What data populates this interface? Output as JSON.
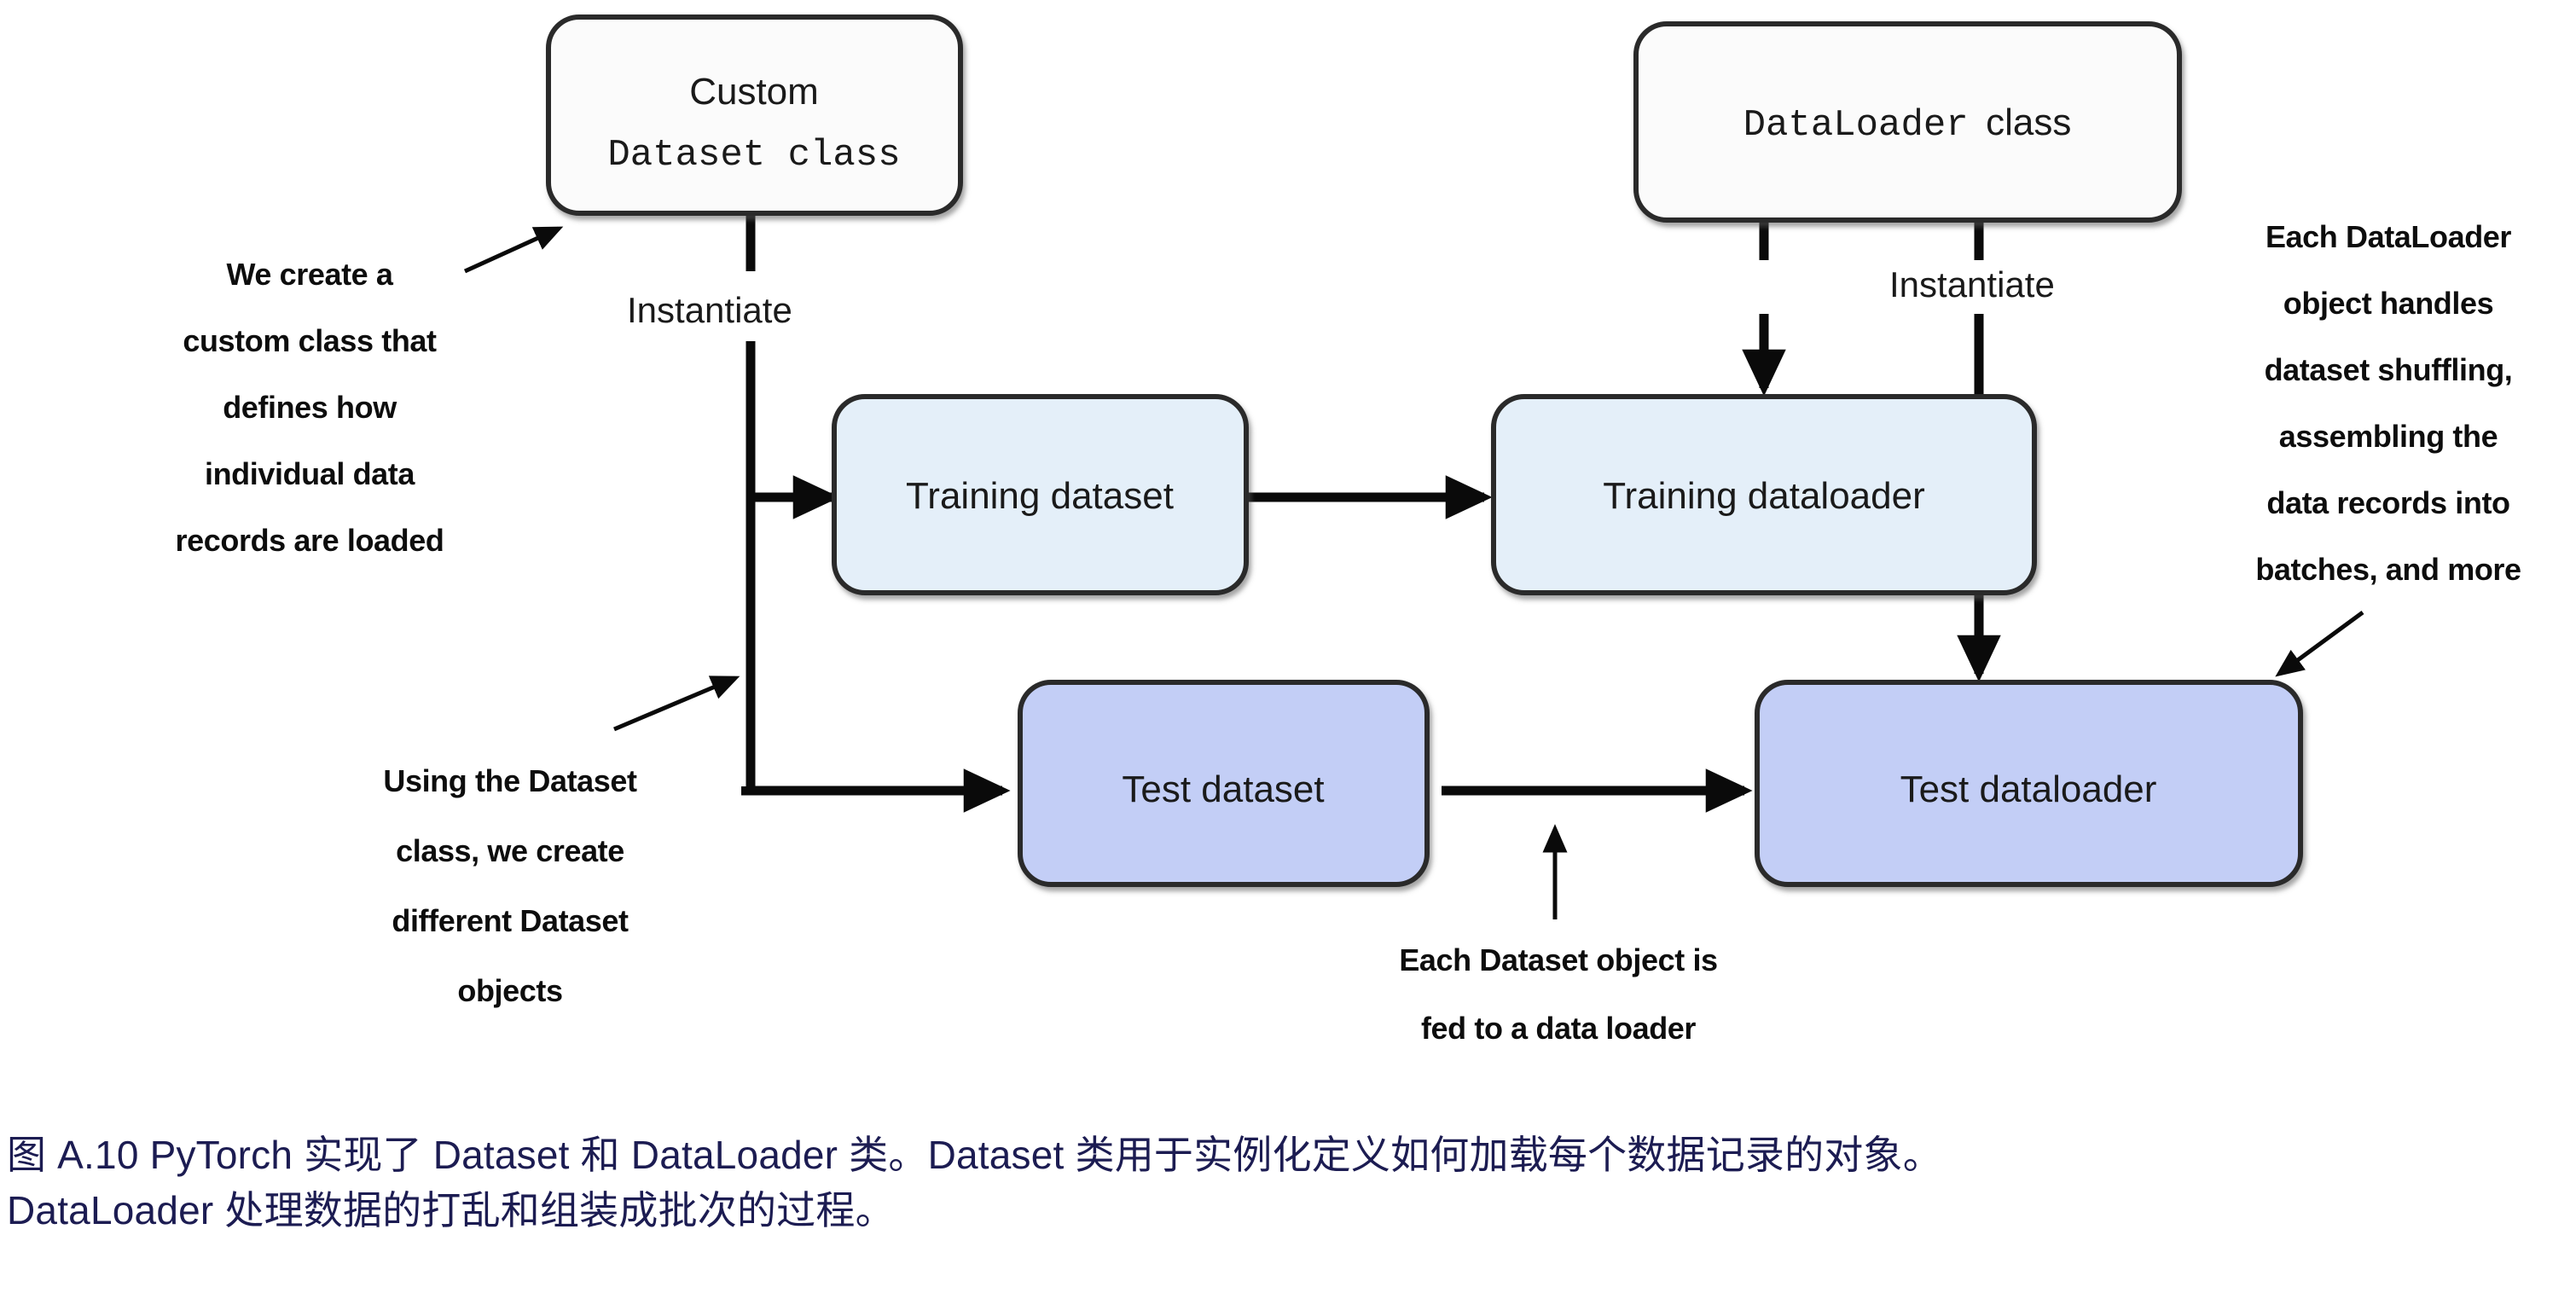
{
  "figure": {
    "domain": "diagram",
    "background_color": "#ffffff",
    "caption": {
      "color": "#1c1c52",
      "line1": "图 A.10 PyTorch 实现了 Dataset 和 DataLoader 类。Dataset 类用于实例化定义如何加载每个数据记录的对象。",
      "line2": "DataLoader 处理数据的打乱和组装成批次的过程。"
    }
  },
  "nodes": {
    "custom_dataset_class": {
      "label_line1": "Custom",
      "label_line2": "Dataset class",
      "fill": "#fbfbfb",
      "stroke": "#2b2b2b"
    },
    "dataloader_class": {
      "label_mono": "DataLoader",
      "label_plain": "class",
      "fill": "#fbfbfb",
      "stroke": "#2b2b2b"
    },
    "training_dataset": {
      "label": "Training dataset",
      "fill": "#e4eff9",
      "stroke": "#2b2b2b"
    },
    "training_dataloader": {
      "label": "Training dataloader",
      "fill": "#e4eff9",
      "stroke": "#2b2b2b"
    },
    "test_dataset": {
      "label": "Test dataset",
      "fill": "#c3cef6",
      "stroke": "#2b2b2b"
    },
    "test_dataloader": {
      "label": "Test dataloader",
      "fill": "#c3cef6",
      "stroke": "#2b2b2b"
    }
  },
  "edge_labels": {
    "instantiate_left": "Instantiate",
    "instantiate_right": "Instantiate"
  },
  "annotations": {
    "create_custom_class": {
      "lines": [
        "We create a",
        "custom class that",
        "defines how",
        "individual data",
        "records are loaded"
      ]
    },
    "using_dataset_class": {
      "lines": [
        "Using the Dataset",
        "class, we create",
        "different Dataset",
        "objects"
      ]
    },
    "each_dataloader_object": {
      "lines": [
        "Each DataLoader",
        "object handles",
        "dataset shuffling,",
        "assembling the",
        "data records into",
        "batches, and more"
      ]
    },
    "each_dataset_object": {
      "lines": [
        "Each Dataset object is",
        "fed to a data loader"
      ]
    }
  }
}
